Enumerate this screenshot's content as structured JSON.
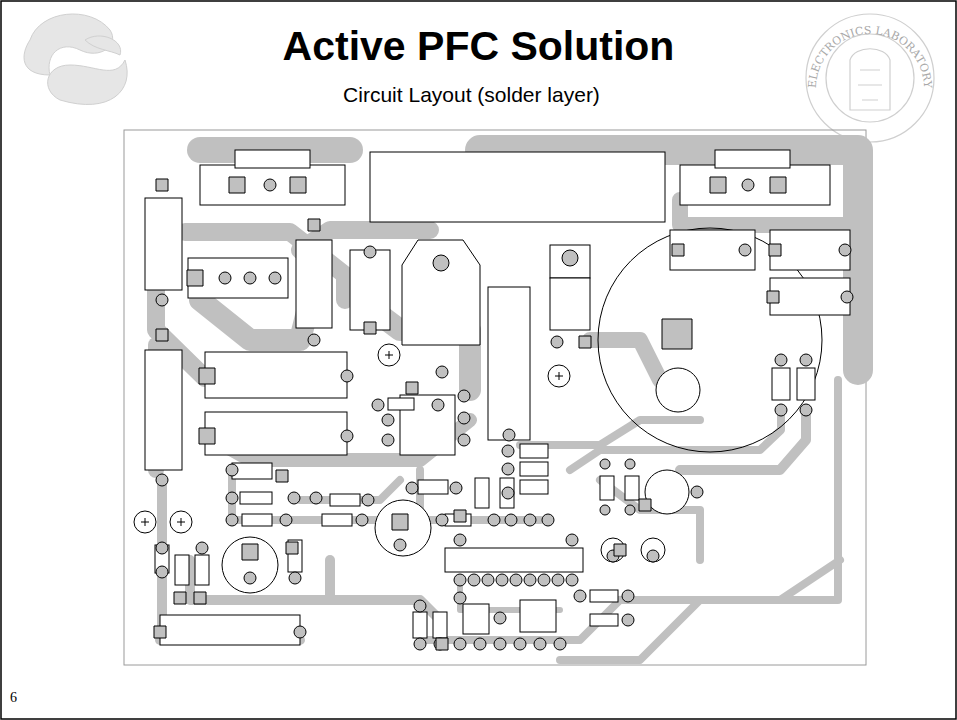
{
  "diagram": {
    "title": "Active PFC Solution",
    "labels": [
      "Circuit Layout (solder layer)",
      "ELECTRONICS LABORATORY",
      "6"
    ]
  }
}
